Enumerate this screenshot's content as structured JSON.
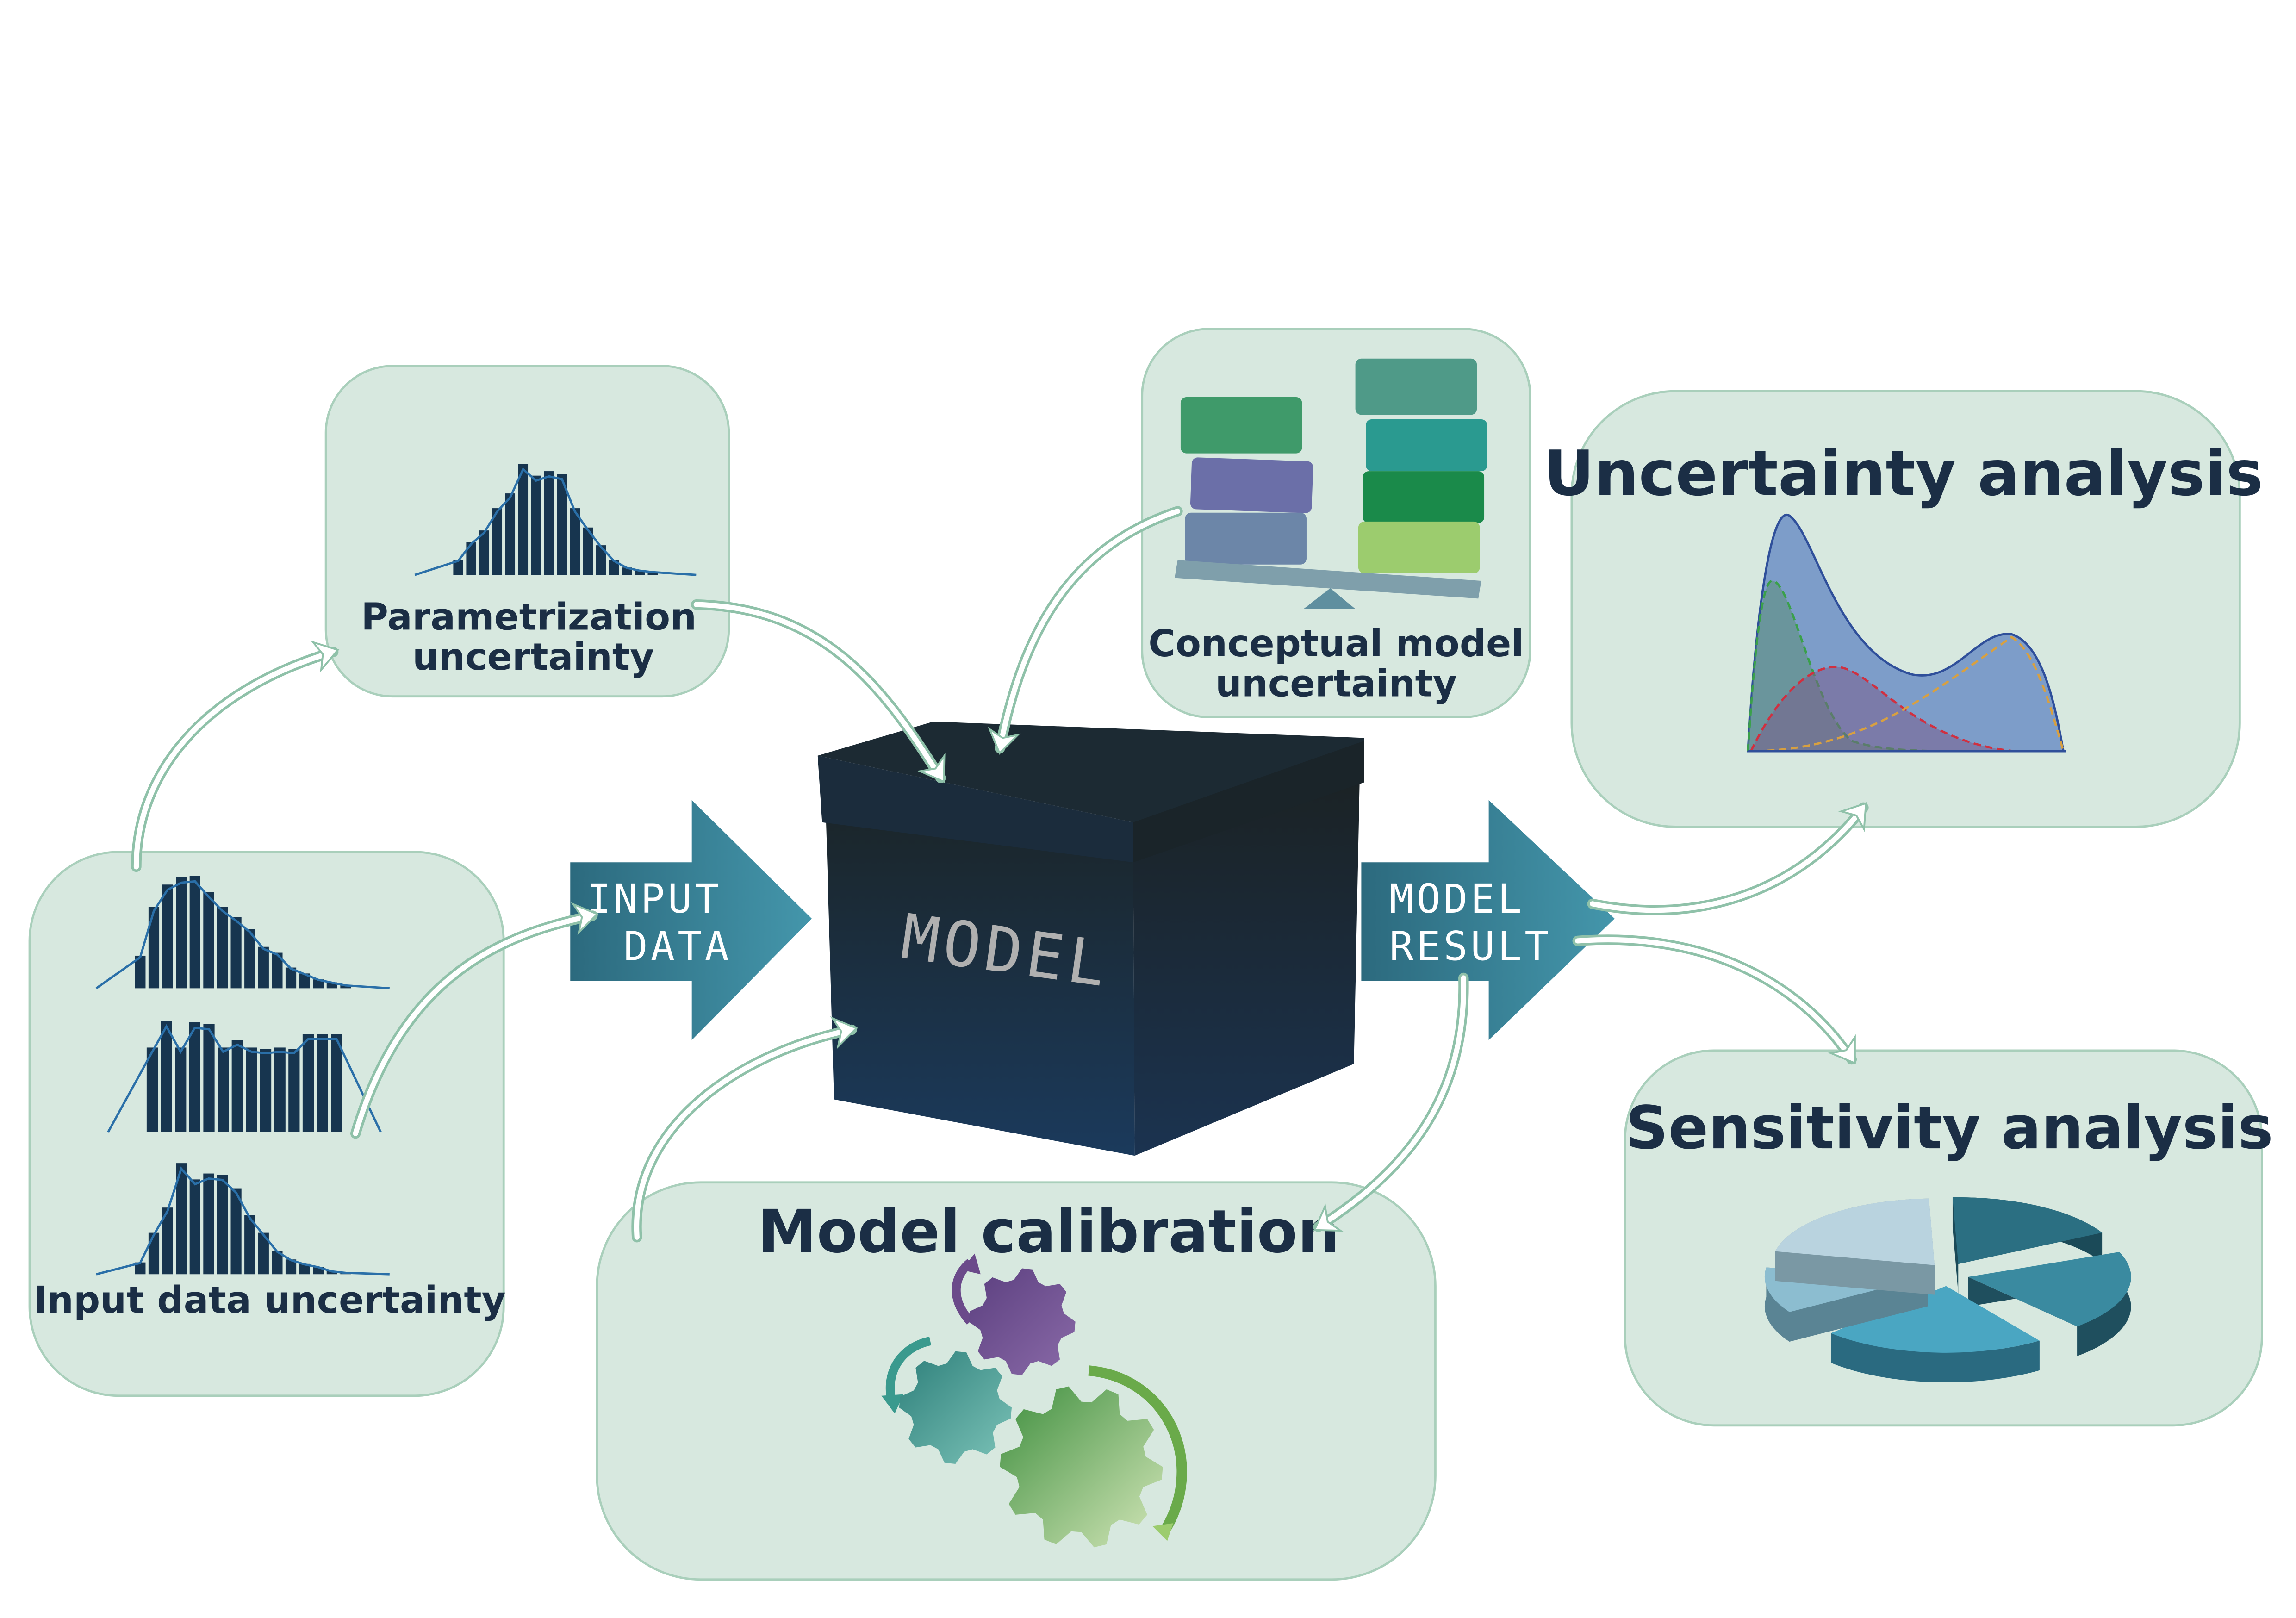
{
  "input_box": {
    "label": "Input data uncertainty"
  },
  "param_box": {
    "label_line1": "Parametrization",
    "label_line2": "uncertainty"
  },
  "concept_box": {
    "label_line1": "Conceptual model",
    "label_line2": "uncertainty"
  },
  "uncertainty_box": {
    "title": "Uncertainty analysis"
  },
  "sensitivity_box": {
    "title": "Sensitivity analysis"
  },
  "calibration_box": {
    "title": "Model calibration"
  },
  "input_arrow": {
    "line1": "INPUT",
    "line2": "DATA"
  },
  "result_arrow": {
    "line1": "MODEL",
    "line2": "RESULT"
  },
  "model_box": {
    "label": "MODEL"
  },
  "colors": {
    "panel": "#d7e8df",
    "panel_border": "#a9cfbb",
    "text": "#1b2e45",
    "arrow_teal": "#3a8aa0",
    "histogram_bar": "#17354f",
    "gear_purple": "#6b4a8a",
    "gear_teal": "#3a9a8e",
    "gear_green": "#5ea04a"
  }
}
